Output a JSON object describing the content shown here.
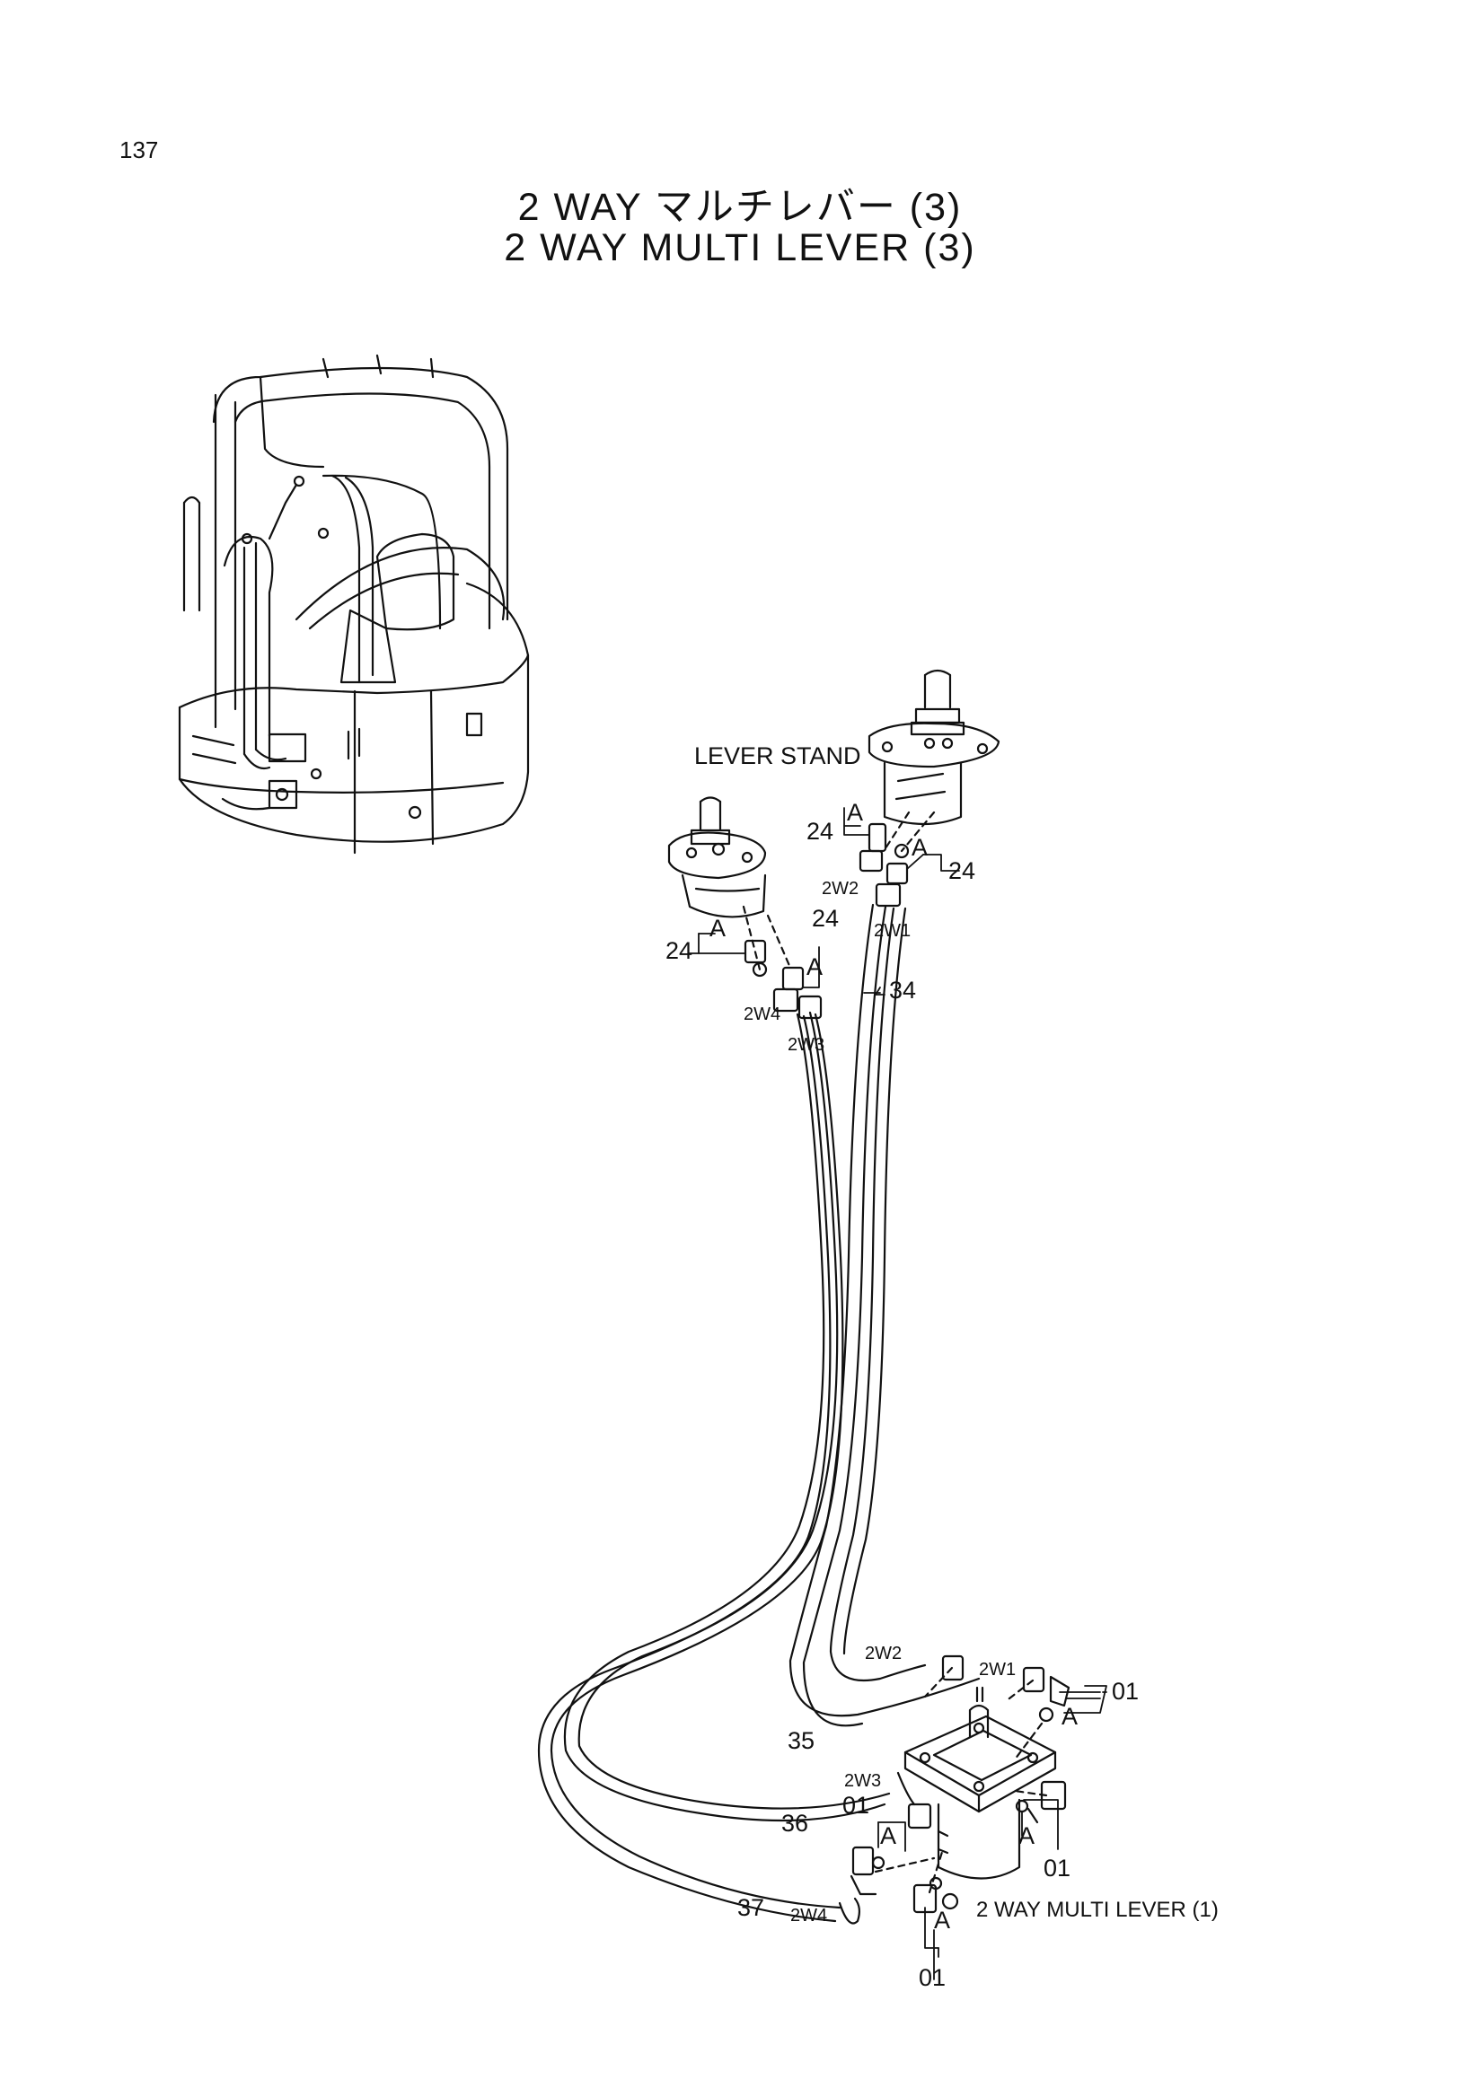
{
  "page_number": "137",
  "title_jp": "2 WAY マルチレバー (3)",
  "title_en": "2 WAY MULTI LEVER (3)",
  "labels": {
    "lever_stand": "LEVER STAND",
    "multi_lever_ref": "2 WAY MULTI LEVER (1)",
    "detail_a": "A",
    "part_24": "24",
    "part_34": "34",
    "part_35": "35",
    "part_36": "36",
    "part_37": "37",
    "part_01": "01",
    "port_2w1": "2W1",
    "port_2w2": "2W2",
    "port_2w3": "2W3",
    "port_2w4": "2W4"
  },
  "colors": {
    "line": "#111111",
    "background": "#ffffff"
  }
}
